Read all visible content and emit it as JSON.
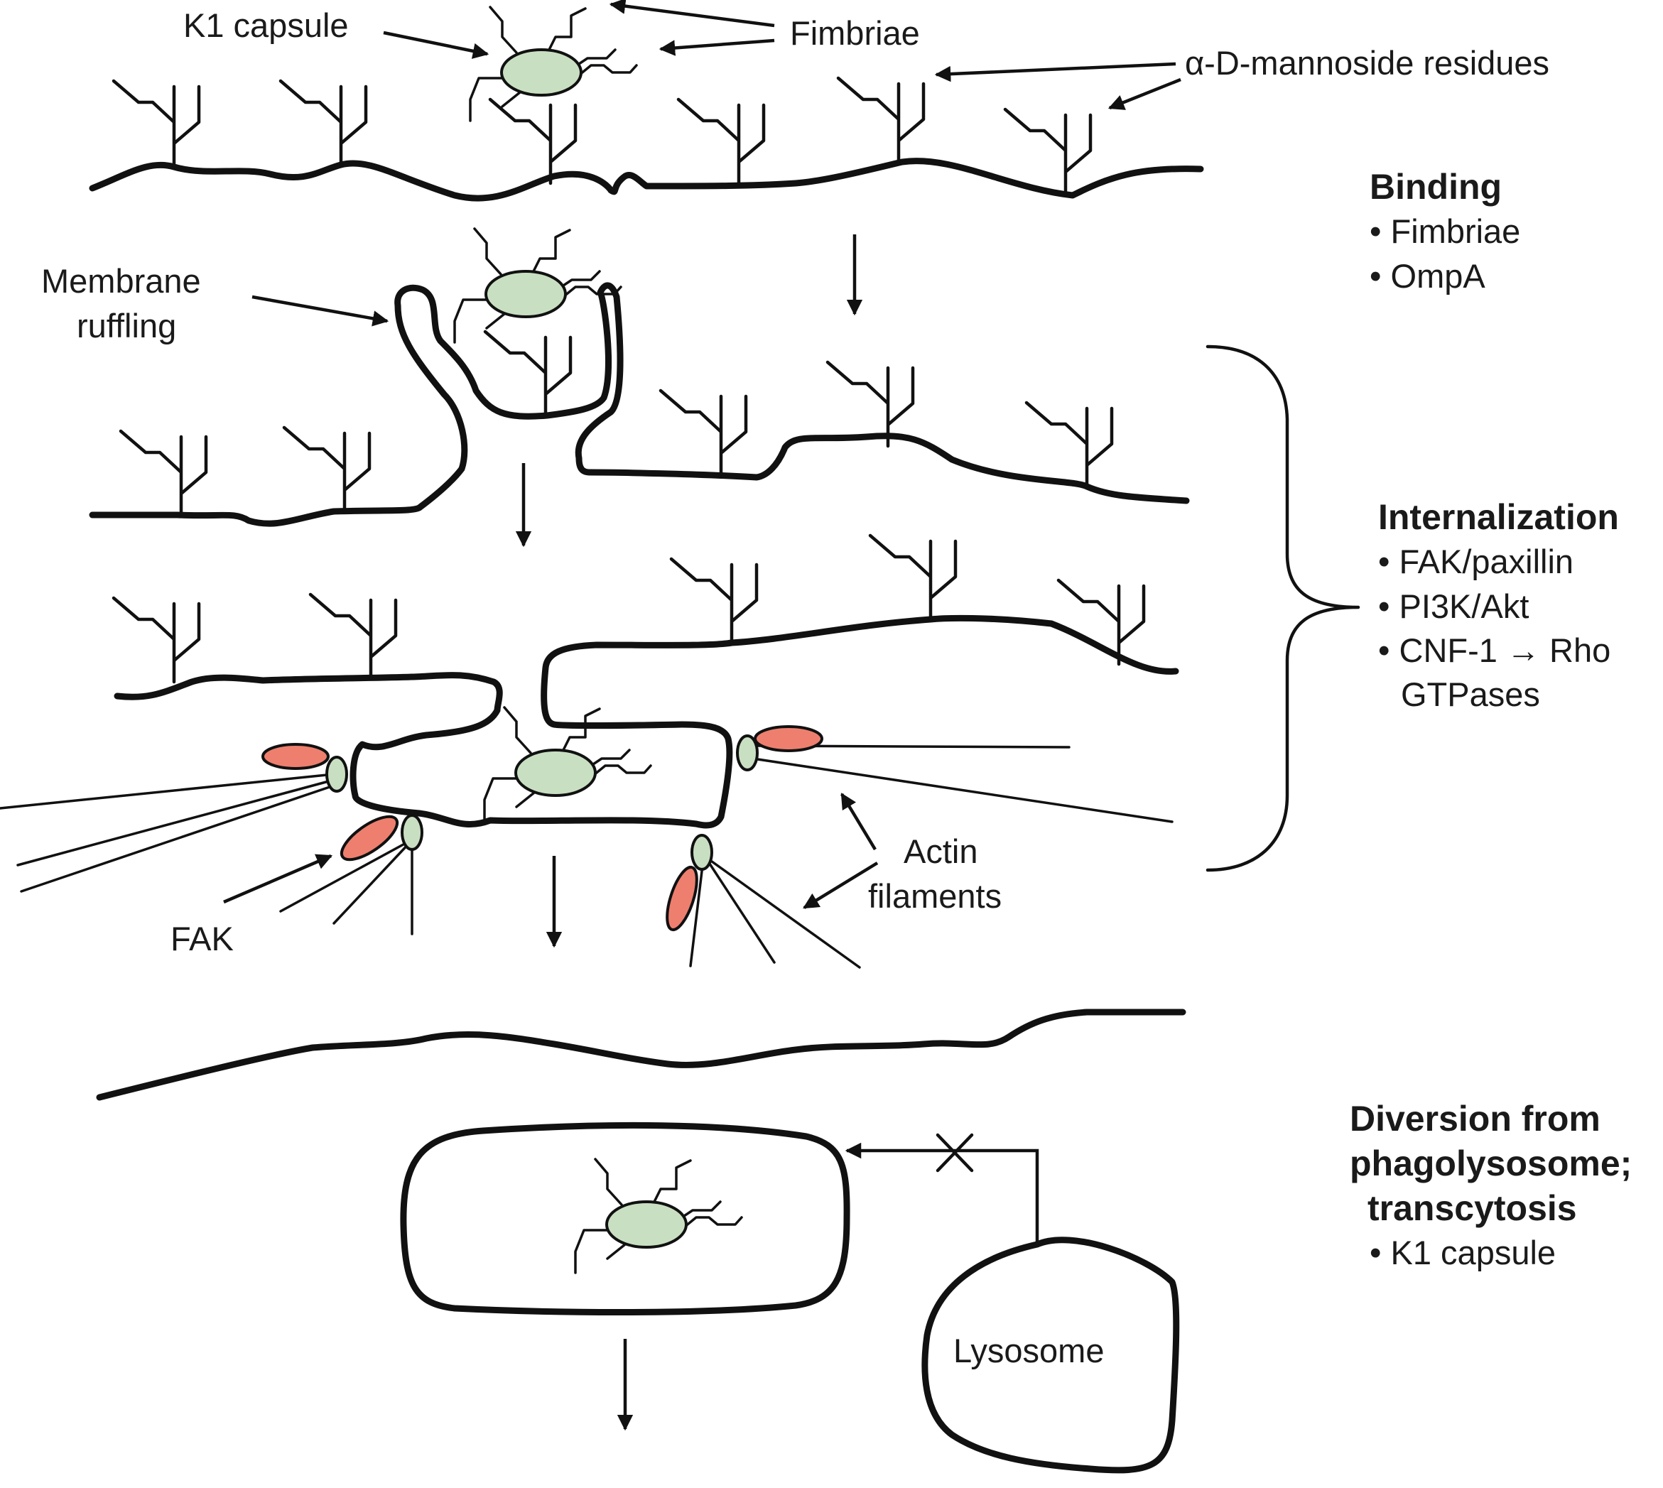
{
  "colors": {
    "bacterium": "#c9dfc2",
    "fak": "#ee7f6e",
    "line": "#111111"
  },
  "labels": {
    "k1_capsule": "K1 capsule",
    "fimbriae": "Fimbriae",
    "mannoside": "α-D-mannoside residues",
    "membrane_ruffling_1": "Membrane",
    "membrane_ruffling_2": "ruffling",
    "actin_1": "Actin",
    "actin_2": "filaments",
    "fak": "FAK",
    "lysosome": "Lysosome"
  },
  "stages": {
    "binding": {
      "title": "Binding",
      "items": [
        "• Fimbriae",
        "• OmpA"
      ]
    },
    "internalization": {
      "title": "Internalization",
      "items": [
        "• FAK/paxillin",
        "• PI3K/Akt",
        "• CNF-1 → Rho",
        "GTPases"
      ]
    },
    "diversion": {
      "title_lines": [
        "Diversion from",
        "phagolysosome;",
        "transcytosis"
      ],
      "items": [
        "• K1 capsule"
      ]
    }
  }
}
